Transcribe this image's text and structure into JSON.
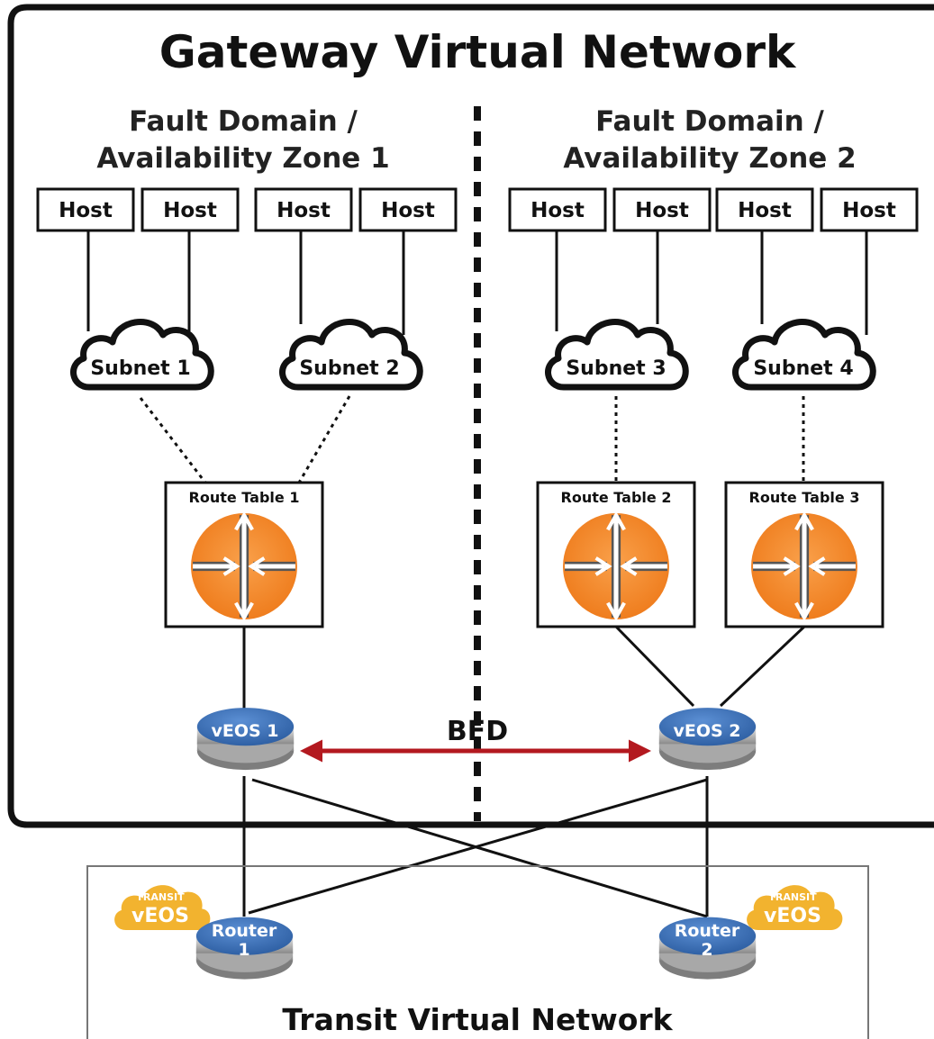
{
  "title": "Gateway Virtual Network",
  "zones": [
    {
      "line1": "Fault Domain /",
      "line2": "Availability Zone 1"
    },
    {
      "line1": "Fault Domain /",
      "line2": "Availability Zone 2"
    }
  ],
  "hosts": [
    "Host",
    "Host",
    "Host",
    "Host",
    "Host",
    "Host",
    "Host",
    "Host"
  ],
  "subnets": [
    "Subnet 1",
    "Subnet 2",
    "Subnet 3",
    "Subnet 4"
  ],
  "route_tables": [
    "Route Table 1",
    "Route Table 2",
    "Route Table 3"
  ],
  "veos": [
    "vEOS 1",
    "vEOS 2"
  ],
  "bfd_label": "BFD",
  "routers": [
    {
      "line1": "Router",
      "line2": "1"
    },
    {
      "line1": "Router",
      "line2": "2"
    }
  ],
  "transit_badge": {
    "small": "TRANSIT",
    "big": "vEOS"
  },
  "bottom_title": "Transit Virtual Network",
  "colors": {
    "router_orange": "#f68a2b",
    "node_blue": "#3e73b9",
    "bfd_red": "#b3191f",
    "cloud_yellow": "#f2b32f"
  }
}
